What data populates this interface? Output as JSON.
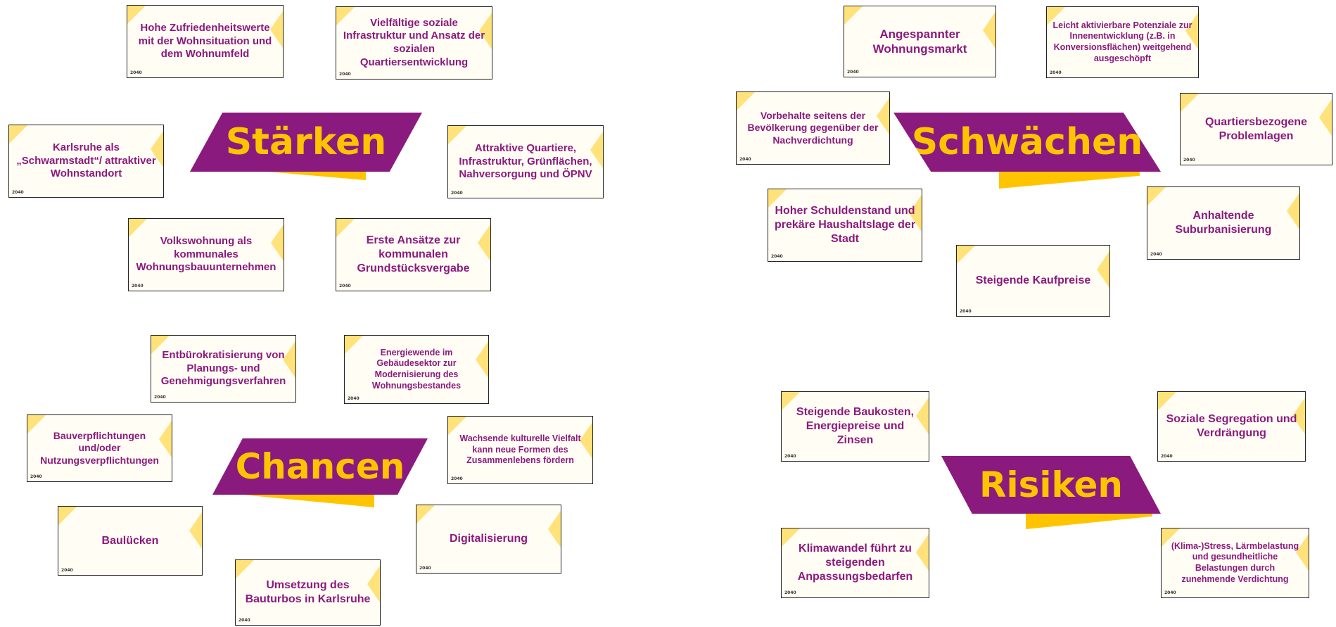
{
  "banners": {
    "staerken": "Stärken",
    "schwaechen": "Schwächen",
    "chancen": "Chancen",
    "risiken": "Risiken"
  },
  "card_logo": "2040",
  "staerken_cards": [
    "Hohe Zufriedenheitswerte mit der Wohnsituation und dem Wohnumfeld",
    "Vielfältige soziale Infrastruktur und Ansatz der sozialen Quartiersentwicklung",
    "Karlsruhe als „Schwarmstadt“/ attraktiver Wohnstandort",
    "Attraktive Quartiere, Infrastruktur, Grünflächen, Nahversorgung und ÖPNV",
    "Volkswohnung als kommunales Wohnungsbauunternehmen",
    "Erste Ansätze zur kommunalen Grundstücksvergabe"
  ],
  "schwaechen_cards": [
    "Angespannter Wohnungsmarkt",
    "Leicht aktivierbare Potenziale zur Innenentwicklung (z.B. in Konversionsflächen) weitgehend ausgeschöpft",
    "Vorbehalte seitens der Bevölkerung gegenüber der Nachverdichtung",
    "Quartiersbezogene Problemlagen",
    "Hoher Schuldenstand und prekäre Haushaltslage der Stadt",
    "Anhaltende Suburbanisierung",
    "Steigende Kaufpreise"
  ],
  "chancen_cards": [
    "Entbürokratisierung von Planungs- und Genehmigungsverfahren",
    "Energiewende im Gebäudesektor zur Modernisierung des Wohnungsbestandes",
    "Bauverpflichtungen und/oder Nutzungsverpflichtungen",
    "Wachsende kulturelle Vielfalt kann neue Formen des Zusammenlebens fördern",
    "Baulücken",
    "Digitalisierung",
    "Umsetzung des Bauturbos in Karlsruhe"
  ],
  "risiken_cards": [
    "Steigende Baukosten, Energiepreise und Zinsen",
    "Soziale Segregation und Verdrängung",
    "Klimawandel führt zu steigenden Anpassungsbedarfen",
    "(Klima-)Stress, Lärmbelastung und gesundheitliche Belastungen durch zunehmende Verdichtung"
  ],
  "colors": {
    "purple": "#8b1a7e",
    "yellow": "#ffc400",
    "light_yellow": "#ffe27a"
  }
}
